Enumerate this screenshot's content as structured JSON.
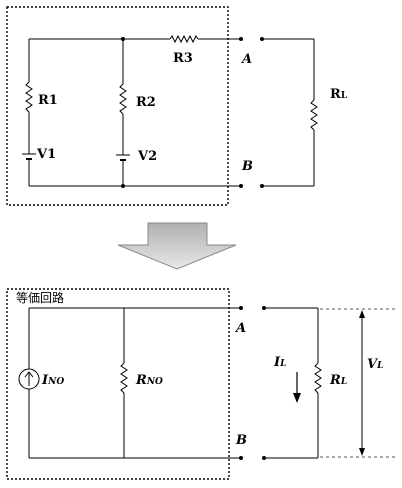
{
  "top_circuit": {
    "r1": "R1",
    "r2": "R2",
    "r3": "R3",
    "v1": "V1",
    "v2": "V2",
    "terminal_a": "A",
    "terminal_b": "B",
    "load_main": "R",
    "load_sub": "L"
  },
  "bottom_circuit": {
    "caption": "等価回路",
    "source_main": "I",
    "source_sub": "NO",
    "resistor_main": "R",
    "resistor_sub": "NO",
    "terminal_a": "A",
    "terminal_b": "B",
    "current_main": "I",
    "current_sub": "L",
    "load_main": "R",
    "load_sub": "L",
    "voltage_main": "V",
    "voltage_sub": "L"
  }
}
